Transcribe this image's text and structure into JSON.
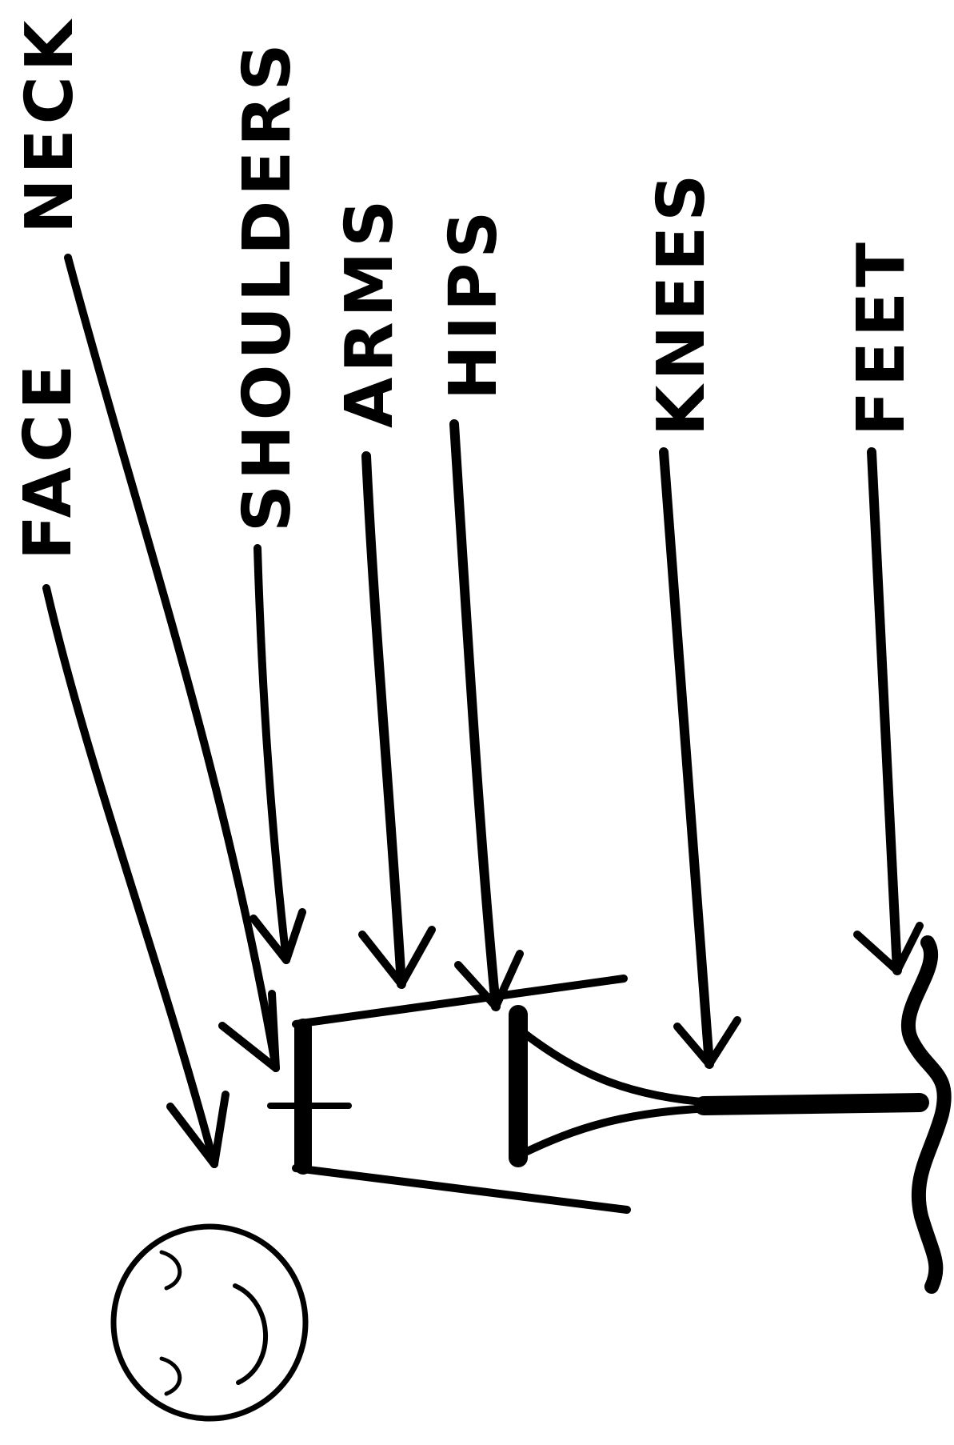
{
  "diagram": {
    "labels": {
      "face": "FACE",
      "neck": "NECK",
      "shoulders": "SHOULDERS",
      "arms": "ARMS",
      "hips": "HIPS",
      "knees": "KNEES",
      "feet": "FEET"
    },
    "ink_color": "#000000",
    "background_color": "#ffffff"
  }
}
